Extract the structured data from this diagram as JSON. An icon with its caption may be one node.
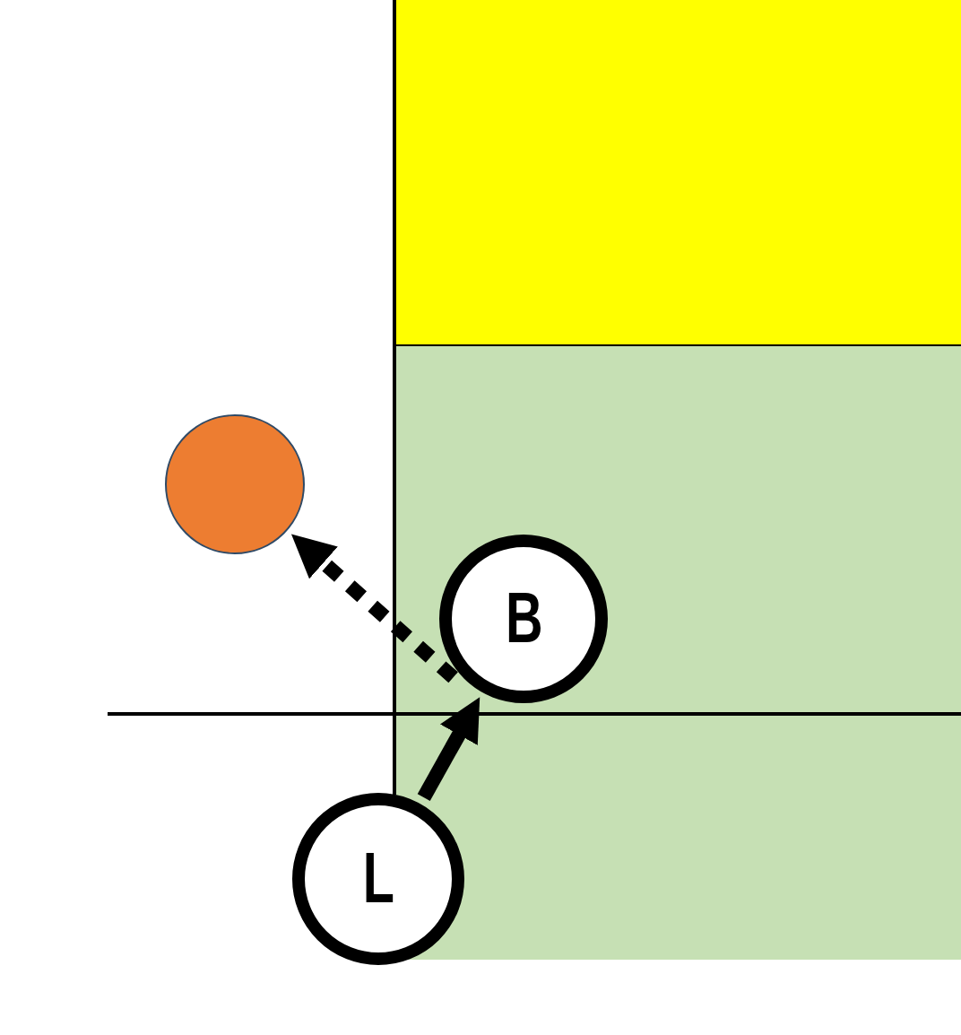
{
  "diagram": {
    "nodes": [
      {
        "text": [],
        "shape": "box"
      },
      {
        "text": [],
        "shape": "box"
      },
      {
        "text": [],
        "shape": "circle"
      },
      {
        "text": [
          "B"
        ],
        "in": 1
      },
      {
        "text": [
          "L"
        ]
      }
    ],
    "edges": [
      {
        "from": 4,
        "to": 3,
        "arrow": "to"
      },
      {
        "from": 3,
        "to": 2,
        "arrow": "to",
        "style": "dashed"
      }
    ]
  }
}
